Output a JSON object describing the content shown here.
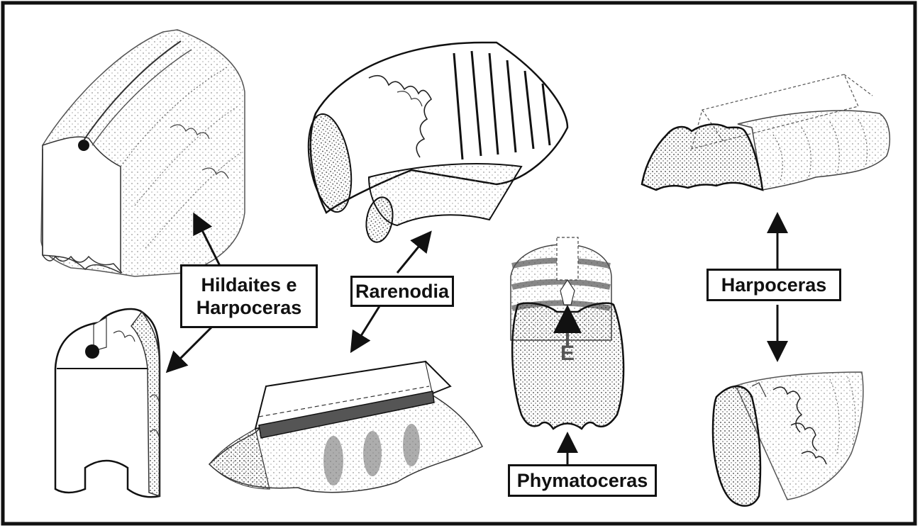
{
  "labels": {
    "hildaites_line1": "Hildaites e",
    "hildaites_line2": "Harpoceras",
    "rarenodia": "Rarenodia",
    "harpoceras": "Harpoceras",
    "phymatoceras": "Phymatoceras",
    "mark_e": "E"
  },
  "colors": {
    "ink": "#111111",
    "shade": "#555555",
    "background": "#ffffff"
  }
}
